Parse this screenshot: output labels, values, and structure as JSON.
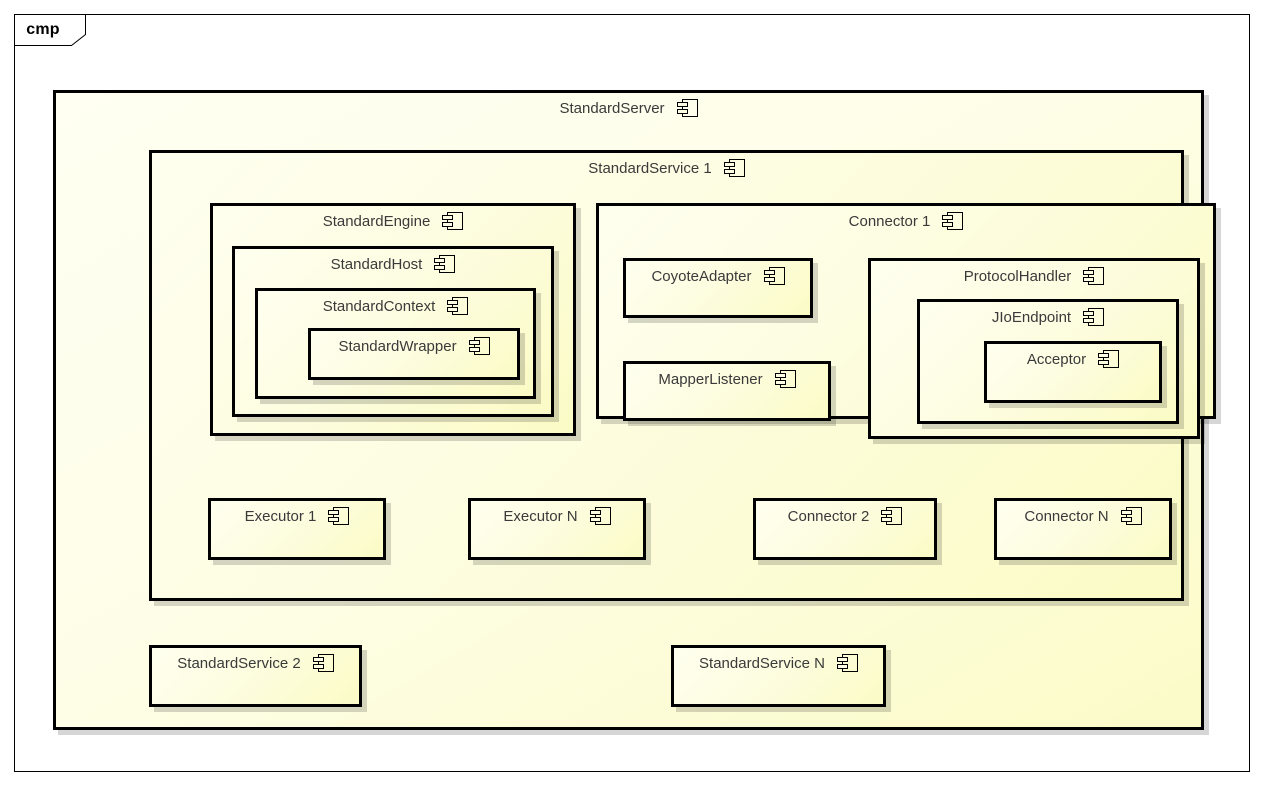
{
  "frame": {
    "label": "cmp",
    "icon": "component-icon"
  },
  "colors": {
    "border": "#000000",
    "fill_top": "#ffffef",
    "fill_bottom": "#fbfbc6",
    "shadow": "#c8c8c8",
    "canvas": "#ffffff",
    "text": "#3a3a3a"
  },
  "diagram": {
    "root": {
      "name": "StandardServer",
      "icon": "component-icon",
      "children": {
        "standardservice1": {
          "name": "StandardService 1",
          "icon": "component-icon",
          "children": {
            "standardengine": {
              "name": "StandardEngine",
              "icon": "component-icon",
              "children": {
                "standardhost": {
                  "name": "StandardHost",
                  "icon": "component-icon",
                  "children": {
                    "standardcontext": {
                      "name": "StandardContext",
                      "icon": "component-icon",
                      "children": {
                        "standardwrapper": {
                          "name": "StandardWrapper",
                          "icon": "component-icon"
                        }
                      }
                    }
                  }
                }
              }
            },
            "connector1": {
              "name": "Connector 1",
              "icon": "component-icon",
              "children": {
                "coyoteadapter": {
                  "name": "CoyoteAdapter",
                  "icon": "component-icon"
                },
                "mapperlistener": {
                  "name": "MapperListener",
                  "icon": "component-icon"
                },
                "protocolhandler": {
                  "name": "ProtocolHandler",
                  "icon": "component-icon",
                  "children": {
                    "jioendpoint": {
                      "name": "JIoEndpoint",
                      "icon": "component-icon",
                      "children": {
                        "acceptor": {
                          "name": "Acceptor",
                          "icon": "component-icon"
                        }
                      }
                    }
                  }
                }
              }
            },
            "executor1": {
              "name": "Executor 1",
              "icon": "component-icon"
            },
            "executorn": {
              "name": "Executor N",
              "icon": "component-icon"
            },
            "connector2": {
              "name": "Connector 2",
              "icon": "component-icon"
            },
            "connectorn": {
              "name": "Connector N",
              "icon": "component-icon"
            }
          }
        },
        "standardservice2": {
          "name": "StandardService 2",
          "icon": "component-icon"
        },
        "standardservicen": {
          "name": "StandardService N",
          "icon": "component-icon"
        }
      }
    }
  }
}
